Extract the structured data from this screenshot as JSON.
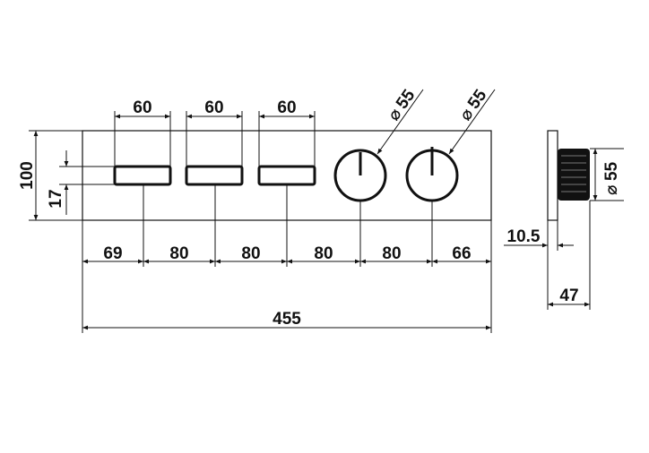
{
  "drawing": {
    "front_view": {
      "button_widths": [
        "60",
        "60",
        "60"
      ],
      "knob_diameters": [
        "55",
        "55"
      ],
      "diameter_symbol": "⌀",
      "height": "100",
      "button_height": "17",
      "spacings": [
        "69",
        "80",
        "80",
        "80",
        "80",
        "66"
      ],
      "total_width": "455"
    },
    "side_view": {
      "knob_diameter": "55",
      "diameter_symbol": "⌀",
      "plate_thickness": "10.5",
      "total_depth": "47"
    }
  }
}
